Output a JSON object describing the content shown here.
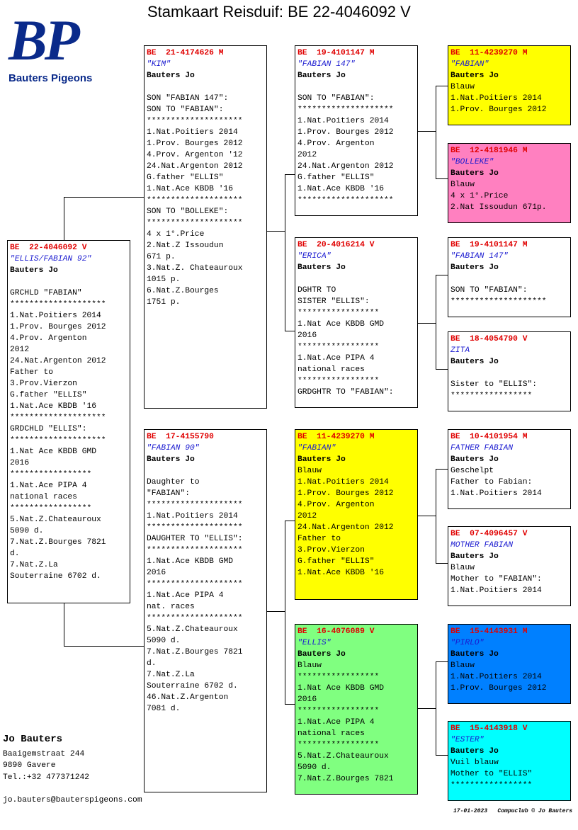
{
  "title": "Stamkaart Reisduif: BE  22-4046092 V",
  "logo": {
    "letters": "BP",
    "subtitle": "Bauters Pigeons"
  },
  "owner": {
    "name": "Jo Bauters",
    "address": "Baaigemstraat 244",
    "city": "9890  Gavere",
    "phone": "Tel.:+32 477371242",
    "email": "jo.bauters@bauterspigeons.com"
  },
  "footer": {
    "date": "17-01-2023",
    "credit": "Compuclub © Jo Bauters"
  },
  "colors": {
    "ring": "#e00000",
    "name": "#1a1ad0",
    "yellow": "#ffff00",
    "pink": "#ff80c0",
    "green": "#80ff80",
    "blue": "#0080ff",
    "cyan": "#00ffff",
    "white": "#ffffff"
  },
  "pigeons": {
    "main": {
      "ring": "BE  22-4046092 V",
      "name": "\"ELLIS/FABIAN 92\"",
      "breeder": "Bauters Jo",
      "lines": [
        "",
        "GRCHLD \"FABIAN\"",
        "********************",
        "1.Nat.Poitiers 2014",
        "1.Prov. Bourges 2012",
        "4.Prov. Argenton",
        "2012",
        "24.Nat.Argenton 2012",
        "Father to",
        "3.Prov.Vierzon",
        "G.father \"ELLIS\"",
        "1.Nat.Ace KBDB '16",
        "********************",
        "GRDCHLD \"ELLIS\":",
        "********************",
        "1.Nat Ace KBDB GMD",
        "2016",
        "*****************",
        "1.Nat.Ace PIPA 4",
        "national races",
        "*****************",
        "5.Nat.Z.Chateauroux",
        "5090 d.",
        "7.Nat.Z.Bourges 7821",
        "d.",
        "7.Nat.Z.La",
        "Souterraine 6702 d."
      ]
    },
    "father": {
      "ring": "BE  21-4174626 M",
      "name": "\"KIM\"",
      "breeder": "Bauters Jo",
      "lines": [
        "",
        "SON \"FABIAN 147\":",
        "SON TO \"FABIAN\":",
        "********************",
        "1.Nat.Poitiers 2014",
        "1.Prov. Bourges 2012",
        "4.Prov. Argenton '12",
        "24.Nat.Argenton 2012",
        "G.father \"ELLIS\"",
        "1.Nat.Ace KBDB '16",
        "********************",
        "SON TO \"BOLLEKE\":",
        "********************",
        "4 x 1°.Price",
        "2.Nat.Z Issoudun",
        "671 p.",
        "3.Nat.Z. Chateauroux",
        "1015 p.",
        "6.Nat.Z.Bourges",
        "1751 p."
      ]
    },
    "mother": {
      "ring": "BE  17-4155790",
      "name": "\"FABIAN 90\"",
      "breeder": "Bauters Jo",
      "lines": [
        "",
        "Daughter to",
        "\"FABIAN\":",
        "********************",
        "1.Nat.Poitiers 2014",
        "********************",
        "DAUGHTER TO \"ELLIS\":",
        "********************",
        "1.Nat.Ace KBDB GMD",
        "2016",
        "********************",
        "1.Nat.Ace PIPA 4",
        "nat. races",
        "********************",
        "5.Nat.Z.Chateauroux",
        "5090 d.",
        "7.Nat.Z.Bourges 7821",
        "d.",
        "7.Nat.Z.La",
        "Souterraine 6702 d.",
        "46.Nat.Z.Argenton",
        "7081 d."
      ]
    },
    "ff": {
      "ring": "BE  19-4101147 M",
      "name": "\"FABIAN 147\"",
      "breeder": "Bauters Jo",
      "lines": [
        "",
        "SON TO \"FABIAN\":",
        "********************",
        "1.Nat.Poitiers 2014",
        "1.Prov. Bourges 2012",
        "4.Prov. Argenton",
        "2012",
        "24.Nat.Argenton 2012",
        "G.father \"ELLIS\"",
        "1.Nat.Ace KBDB '16",
        "********************"
      ]
    },
    "fm": {
      "ring": "BE  20-4016214 V",
      "name": "\"ERICA\"",
      "breeder": "Bauters Jo",
      "lines": [
        "",
        "DGHTR TO",
        "SISTER \"ELLIS\":",
        "*****************",
        "1.Nat Ace KBDB GMD",
        "2016",
        "*****************",
        "1.Nat.Ace PIPA 4",
        "national races",
        "*****************",
        "GRDGHTR TO \"FABIAN\":"
      ]
    },
    "mf": {
      "ring": "BE  11-4239270 M",
      "name": "\"FABIAN\"",
      "breeder": "Bauters Jo",
      "lines": [
        "Blauw",
        "1.Nat.Poitiers 2014",
        "1.Prov. Bourges 2012",
        "4.Prov. Argenton",
        "2012",
        "24.Nat.Argenton 2012",
        "Father to",
        "3.Prov.Vierzon",
        "G.father \"ELLIS\"",
        "1.Nat.Ace KBDB '16"
      ]
    },
    "mm": {
      "ring": "BE  16-4076089 V",
      "name": "\"ELLIS\"",
      "breeder": "Bauters Jo",
      "lines": [
        "Blauw",
        "*****************",
        "1.Nat Ace KBDB GMD",
        "2016",
        "*****************",
        "1.Nat.Ace PIPA 4",
        "national races",
        "*****************",
        "5.Nat.Z.Chateauroux",
        "5090 d.",
        "7.Nat.Z.Bourges 7821"
      ]
    },
    "fff": {
      "ring": "BE  11-4239270 M",
      "name": "\"FABIAN\"",
      "breeder": "Bauters Jo",
      "lines": [
        "Blauw",
        "1.Nat.Poitiers 2014",
        "1.Prov. Bourges 2012"
      ]
    },
    "ffm": {
      "ring": "BE  12-4181946 M",
      "name": "\"BOLLEKE\"",
      "breeder": "Bauters Jo",
      "lines": [
        "Blauw",
        "4 x 1°.Price",
        "2.Nat Issoudun 671p."
      ]
    },
    "fmf": {
      "ring": "BE  19-4101147 M",
      "name": "\"FABIAN 147\"",
      "breeder": "Bauters Jo",
      "lines": [
        "",
        "SON TO \"FABIAN\":",
        "********************"
      ]
    },
    "fmm": {
      "ring": "BE  18-4054790 V",
      "name": "ZITA",
      "breeder": "Bauters Jo",
      "lines": [
        "",
        "Sister to \"ELLIS\":",
        "*****************"
      ]
    },
    "mff": {
      "ring": "BE  10-4101954 M",
      "name": "FATHER FABIAN",
      "breeder": "Bauters Jo",
      "lines": [
        "Geschelpt",
        "Father to Fabian:",
        "1.Nat.Poitiers 2014"
      ]
    },
    "mfm": {
      "ring": "BE  07-4096457 V",
      "name": "MOTHER FABIAN",
      "breeder": "Bauters Jo",
      "lines": [
        "Blauw",
        "Mother to \"FABIAN\":",
        "1.Nat.Poitiers 2014"
      ]
    },
    "mmf": {
      "ring": "BE  15-4143931 M",
      "name": "\"PIRLO\"",
      "breeder": "Bauters Jo",
      "lines": [
        "Blauw",
        "1.Nat.Poitiers 2014",
        "1.Prov. Bourges 2012"
      ]
    },
    "mmm": {
      "ring": "BE  15-4143918 V",
      "name": "\"ESTER\"",
      "breeder": "Bauters Jo",
      "lines": [
        "Vuil blauw",
        "Mother to \"ELLIS\"",
        "*****************"
      ]
    }
  }
}
